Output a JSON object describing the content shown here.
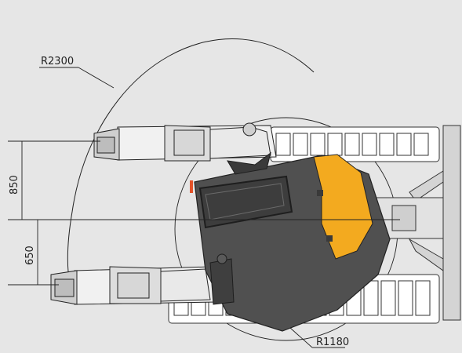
{
  "labels": {
    "outer_radius": "R2300",
    "tail_radius": "R1180",
    "offset_upper": "850",
    "offset_lower": "650"
  },
  "colors": {
    "background": "#e6e6e6",
    "body": "#505050",
    "body_dark": "#3d3d3d",
    "accent": "#f3aa1f",
    "track": "#ffffff",
    "line": "#222222",
    "orange_tag": "#e4532a"
  }
}
